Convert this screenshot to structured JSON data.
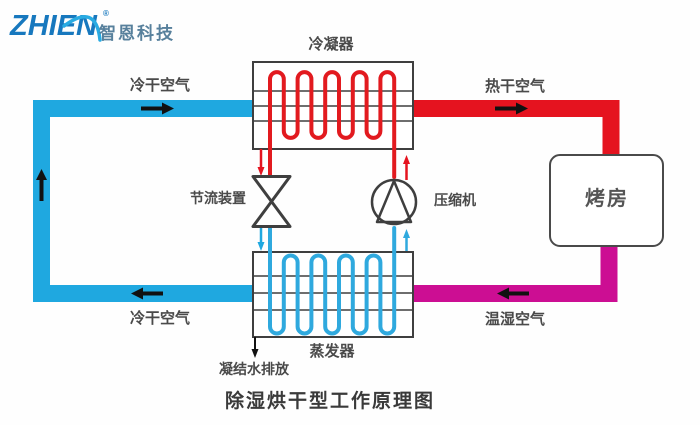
{
  "logo": {
    "brand": "ZHIEN",
    "registered": "®",
    "company": "智恩科技"
  },
  "diagram": {
    "title": "除湿烘干型工作原理图",
    "components": {
      "condenser": "冷凝器",
      "evaporator": "蒸发器",
      "throttle_device": "节流装置",
      "compressor": "压缩机",
      "drying_room": "烤房",
      "condensate_drain": "凝结水排放"
    },
    "air_flows": {
      "cold_dry_air_top": "冷干空气",
      "hot_dry_air": "热干空气",
      "cold_dry_air_bottom": "冷干空气",
      "warm_humid_air": "温湿空气"
    }
  },
  "colors": {
    "cold_air_pipe": "#1FA8E0",
    "hot_air_pipe": "#E5131F",
    "humid_air_pipe": "#CC0E93",
    "condenser_coil": "#E21A1F",
    "evaporator_coil": "#2FA9DE",
    "component_outline": "#3F3F3F",
    "room_outline": "#4A4A4A",
    "flow_arrow": "#111111",
    "drain_line": "#111111",
    "label_text": "#4A4A4A",
    "brand_blue": "#1778BE",
    "brand_swoosh": "#29ABE2",
    "company_text": "#57809C"
  }
}
